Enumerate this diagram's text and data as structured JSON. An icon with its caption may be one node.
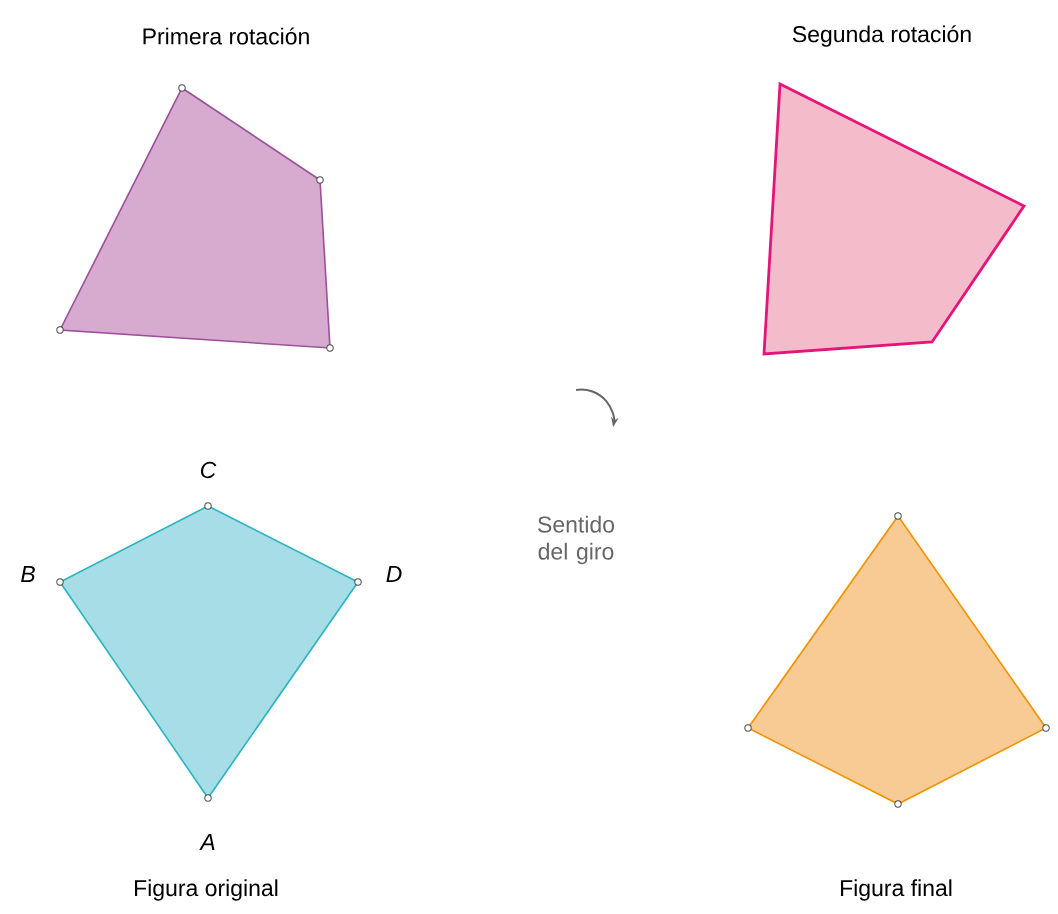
{
  "diagram": {
    "nodes": [
      {
        "text": [
          "Primera rotación"
        ]
      },
      {
        "text": [
          "Segunda rotación"
        ]
      },
      {
        "text": [
          "Figura original"
        ]
      },
      {
        "text": [
          "Figura final"
        ]
      }
    ],
    "labels": [
      "C",
      "B",
      "D",
      "A",
      "Sentido del giro"
    ]
  }
}
